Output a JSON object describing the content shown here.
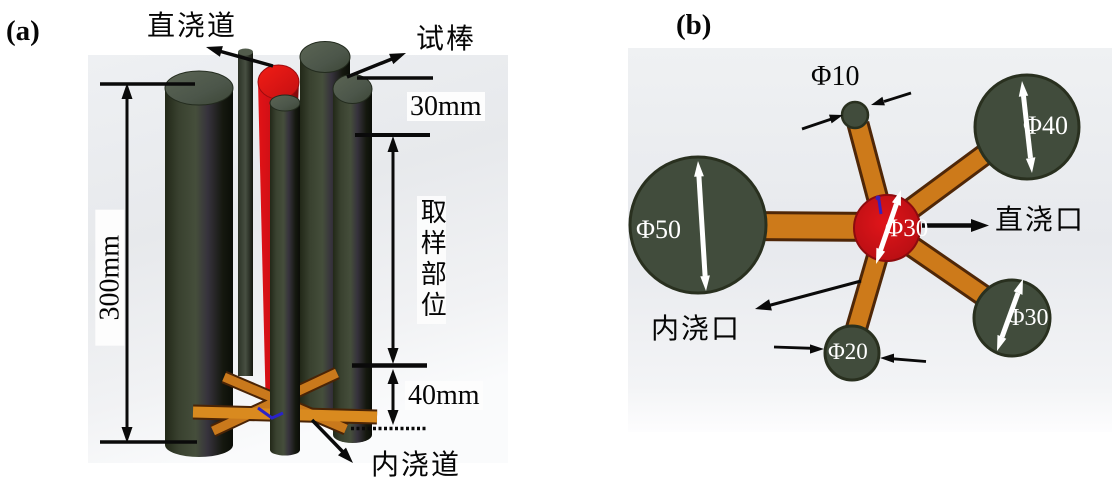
{
  "figure": {
    "panel_a": {
      "tag": "(a)",
      "labels": {
        "sprue": "直浇道",
        "test_bar": "试棒",
        "top_section": "30mm",
        "overall_height": "300mm",
        "sampling_zone": "取样部位",
        "bottom_section": "40mm",
        "ingate": "内浇道"
      },
      "colors": {
        "test_bar_body": "#39412f",
        "sprue_red": "#d31016",
        "runner_orange": "#c9791c",
        "origin_marker_blue": "#2a23c9",
        "scene_background": "#ebedf0"
      }
    },
    "panel_b": {
      "tag": "(b)",
      "labels": {
        "bar_d10": "Φ10",
        "bar_d40": "Φ40",
        "bar_d50": "Φ50",
        "sprue_d30": "Φ30",
        "bar_d20": "Φ20",
        "bar_d30": "Φ30",
        "sprue_opening": "直浇口",
        "ingate_opening": "内浇口"
      },
      "colors": {
        "bar_circle": "#414c3c",
        "sprue_circle": "#cd1016",
        "runner_orange": "#cd7a1a",
        "diameter_arrow": "#ffffff",
        "scene_background": "#eaecef"
      }
    }
  }
}
